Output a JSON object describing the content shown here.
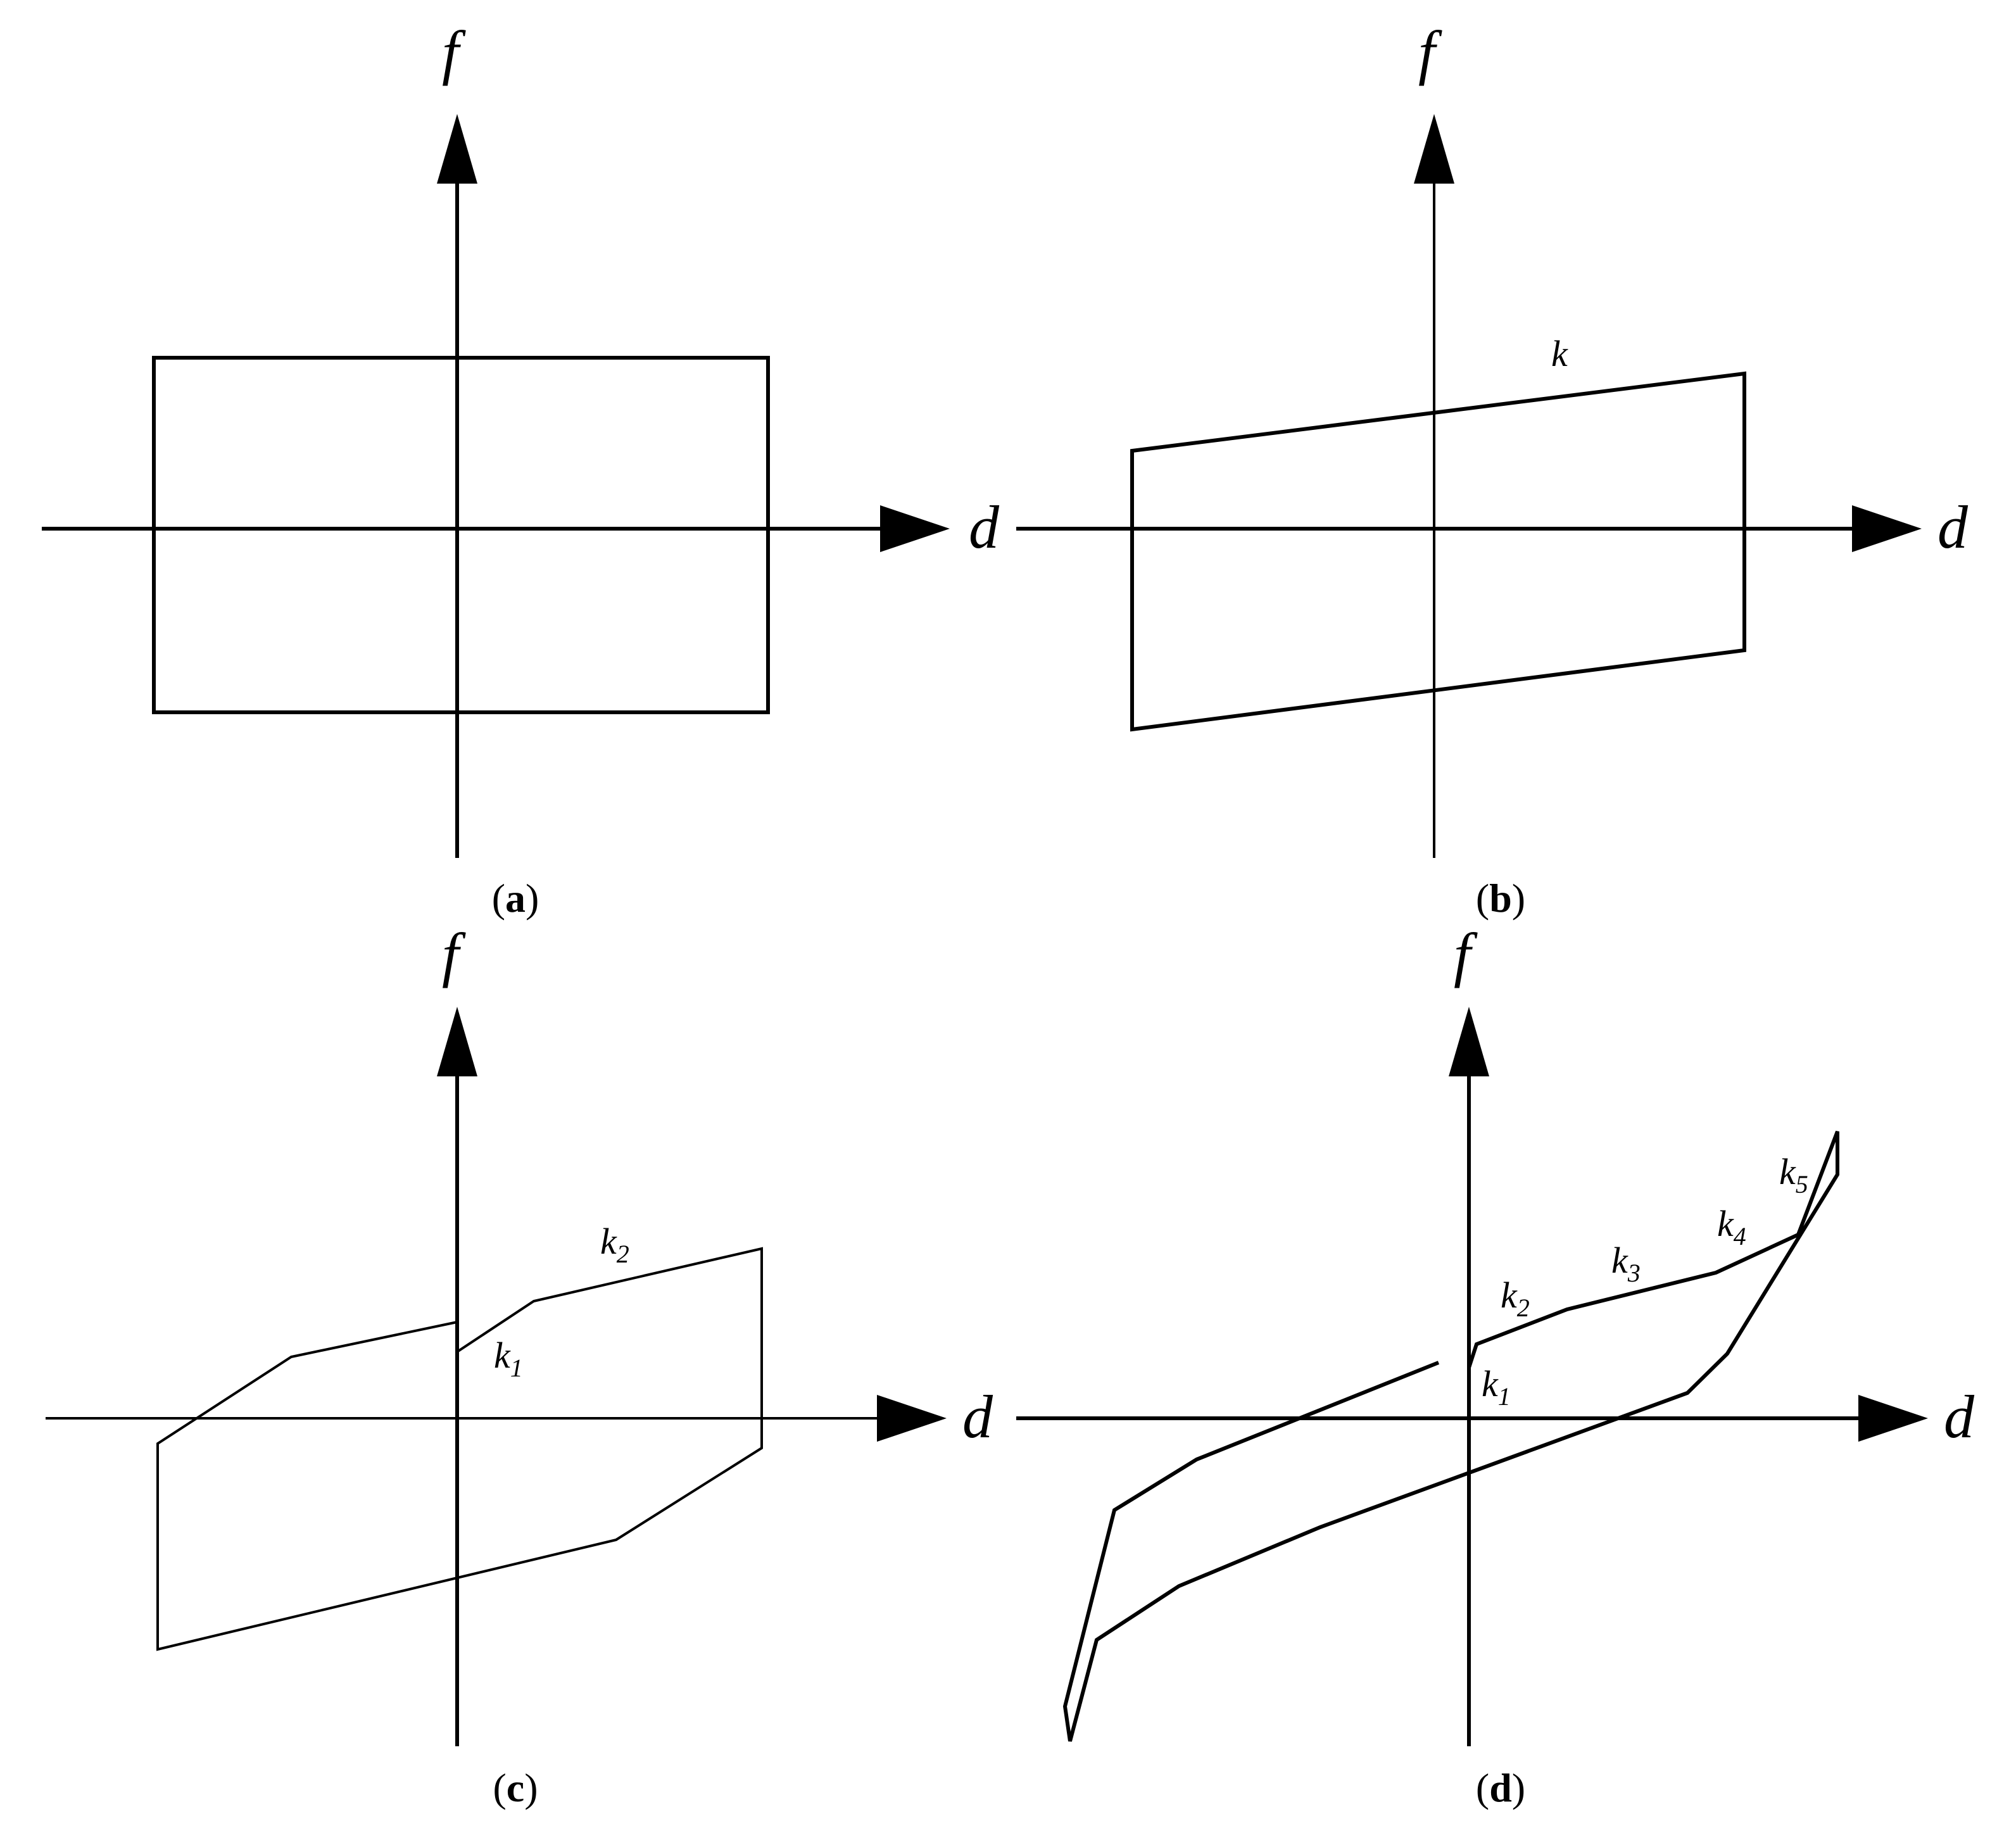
{
  "axes": {
    "vertical": "f",
    "horizontal": "d"
  },
  "panels": [
    {
      "id": "a",
      "label": "a",
      "stiffness_labels": []
    },
    {
      "id": "b",
      "label": "b",
      "stiffness_labels": [
        {
          "base": "k",
          "sub": ""
        }
      ]
    },
    {
      "id": "c",
      "label": "c",
      "stiffness_labels": [
        {
          "base": "k",
          "sub": "1"
        },
        {
          "base": "k",
          "sub": "2"
        }
      ]
    },
    {
      "id": "d",
      "label": "d",
      "stiffness_labels": [
        {
          "base": "k",
          "sub": "1"
        },
        {
          "base": "k",
          "sub": "2"
        },
        {
          "base": "k",
          "sub": "3"
        },
        {
          "base": "k",
          "sub": "4"
        },
        {
          "base": "k",
          "sub": "5"
        }
      ]
    }
  ],
  "colors": {
    "stroke": "#000000",
    "background": "#ffffff"
  }
}
